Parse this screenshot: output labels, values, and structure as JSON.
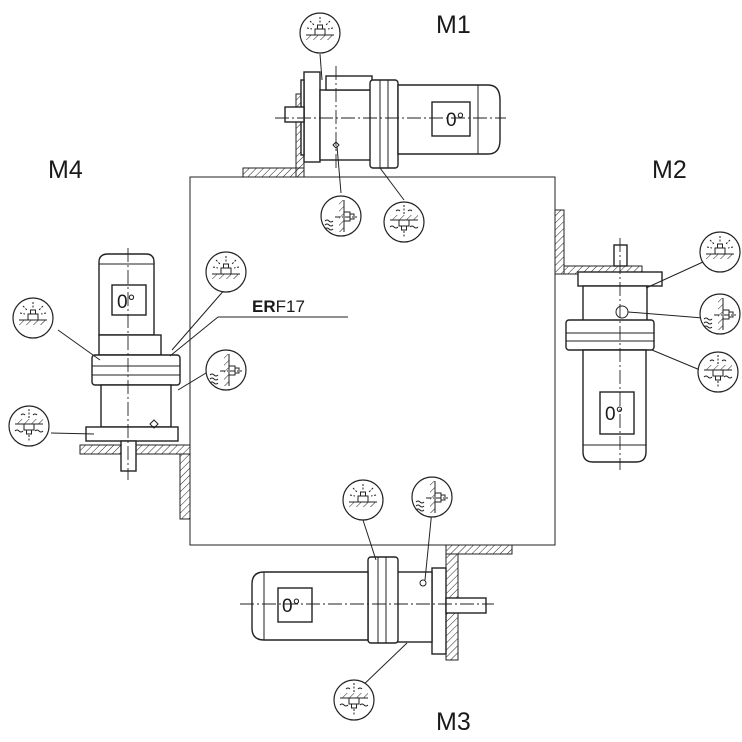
{
  "positions": {
    "m1": "M1",
    "m2": "M2",
    "m3": "M3",
    "m4": "M4"
  },
  "motor_angle": "0°",
  "model": {
    "bold": "ER",
    "rest": "F17"
  },
  "icons": [
    "vent-plug-symbol",
    "oil-level-symbol",
    "oil-drain-symbol"
  ]
}
